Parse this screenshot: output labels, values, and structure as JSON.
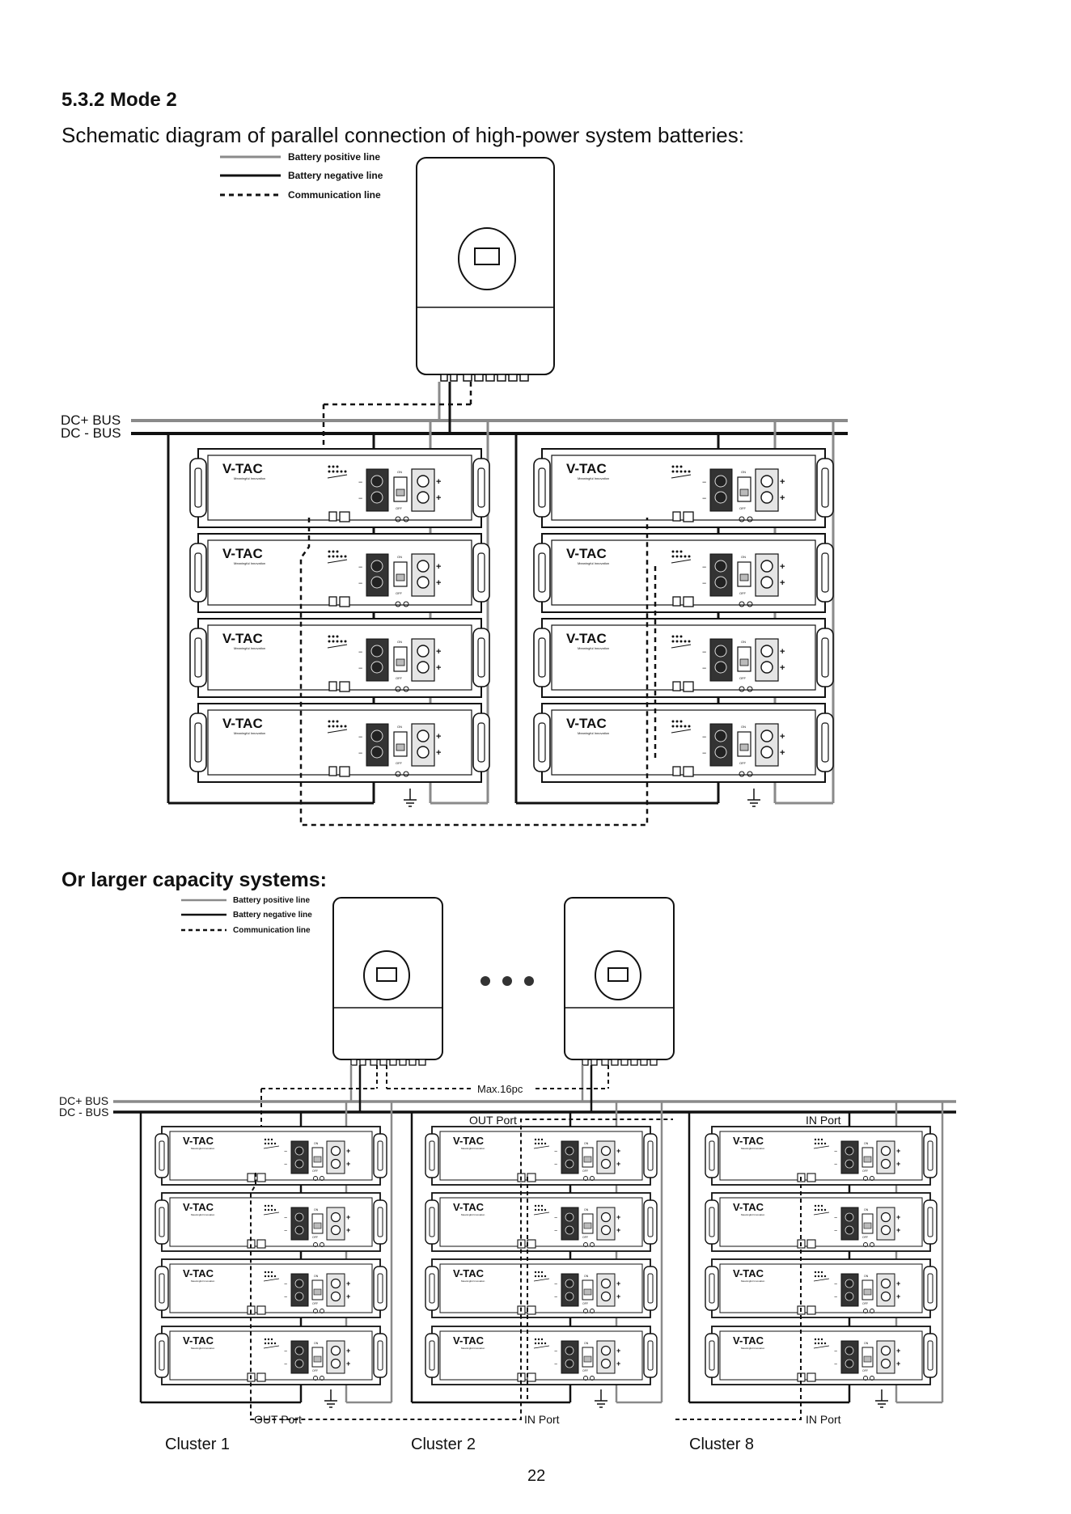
{
  "section_title": "5.3.2 Mode 2",
  "subtitle": "Schematic diagram of parallel connection of high-power system batteries:",
  "subtitle2": "Or larger capacity systems:",
  "legend": {
    "positive": "Battery positive line",
    "negative": "Battery negative line",
    "communication": "Communication line"
  },
  "bus": {
    "dc_plus": "DC+ BUS",
    "dc_minus": "DC - BUS"
  },
  "battery": {
    "brand": "V-TAC",
    "tagline": "Meaningful Innovation",
    "on": "ON",
    "off": "OFF",
    "plus": "+",
    "minus": "−"
  },
  "ports": {
    "out_port": "OUT Port",
    "in_port": "IN Port"
  },
  "max_label": "Max.16pc",
  "clusters": [
    "Cluster 1",
    "Cluster 2",
    "Cluster 8"
  ],
  "page_number": "22",
  "colors": {
    "positive": "#8a8a8a",
    "negative": "#111111",
    "communication": "#111111"
  }
}
